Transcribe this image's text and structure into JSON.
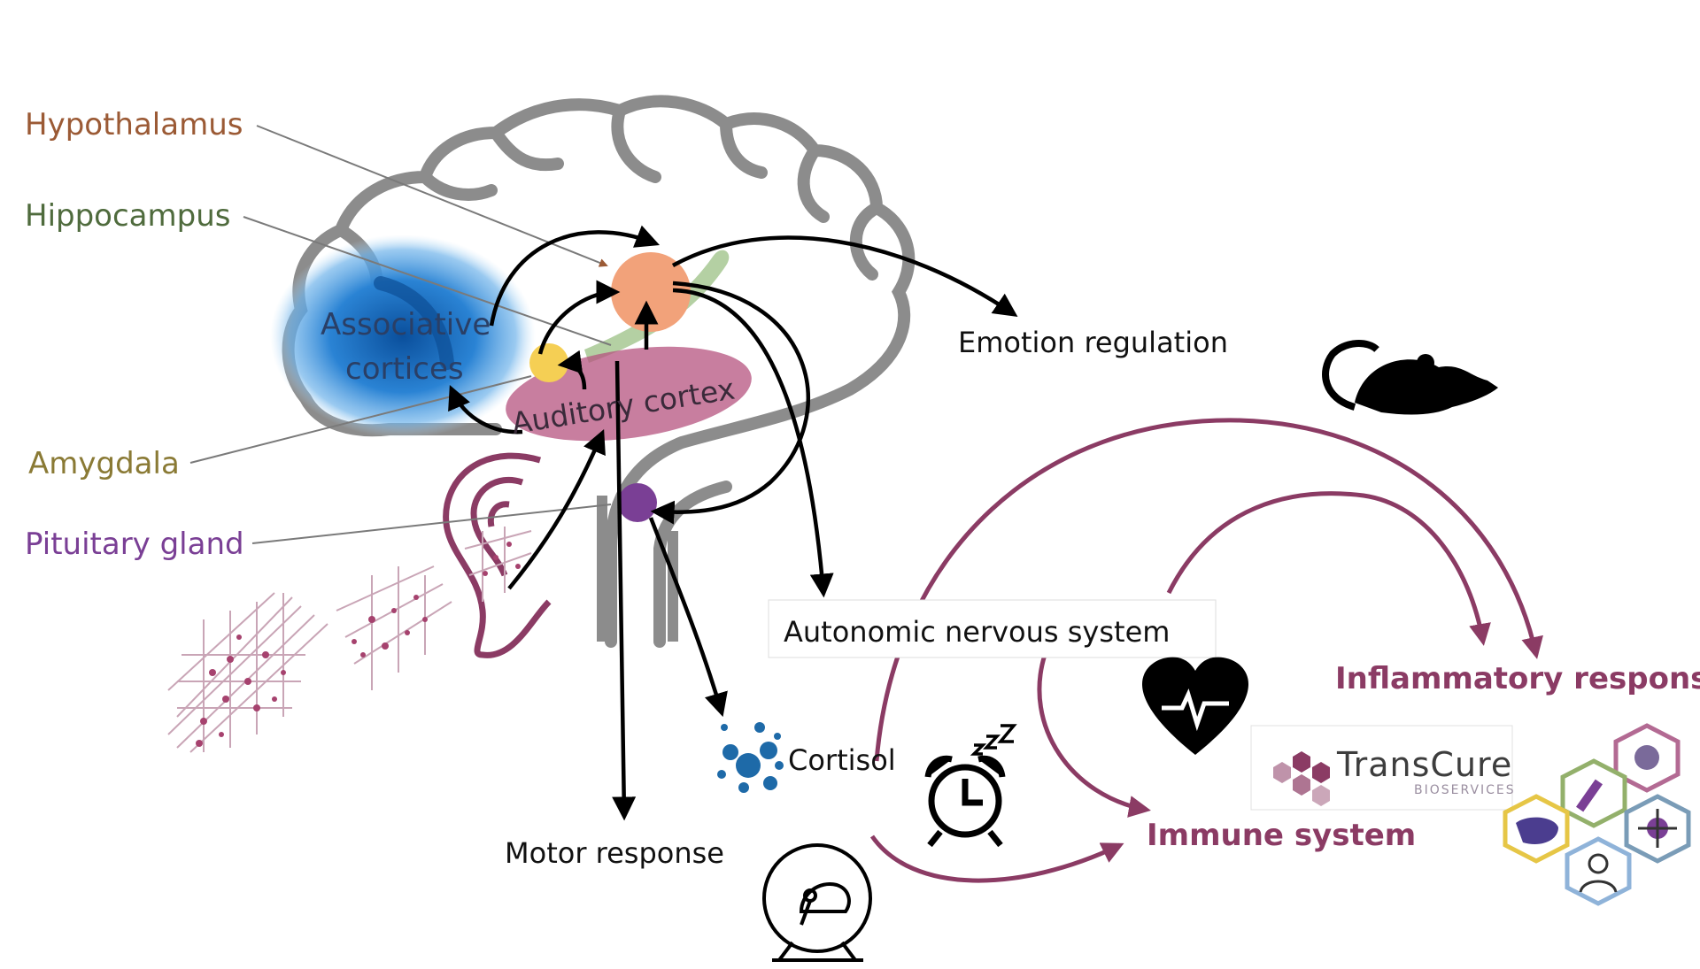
{
  "labels": {
    "hypothalamus": "Hypothalamus",
    "hippocampus": "Hippocampus",
    "amygdala": "Amygdala",
    "pituitary": "Pituitary gland",
    "associative_line1": "Associative",
    "associative_line2": "cortices",
    "auditory": "Auditory cortex",
    "emotion": "Emotion regulation",
    "autonomic": "Autonomic nervous system",
    "cortisol": "Cortisol",
    "motor": "Motor response",
    "inflammatory": "Inflammatory response",
    "immune": "Immune system"
  },
  "brand": {
    "name": "TransCure",
    "tagline": "BIOSERVICES"
  },
  "icons": [
    "brain-outline-icon",
    "ear-icon",
    "sound-wave-icon",
    "mouse-icon",
    "heart-icon",
    "alarm-clock-icon",
    "hamster-wheel-icon",
    "cortisol-bubbles-icon",
    "hexagon-cluster-icon"
  ],
  "colors": {
    "hypothalamus": "#9b5a35",
    "hippocampus": "#4f6b3d",
    "amygdala": "#8a7a35",
    "pituitary": "#7a3f95",
    "accent_pink": "#8b3b64",
    "associative_blue": "#1f78c8",
    "brain_gray": "#8c8c8c"
  }
}
